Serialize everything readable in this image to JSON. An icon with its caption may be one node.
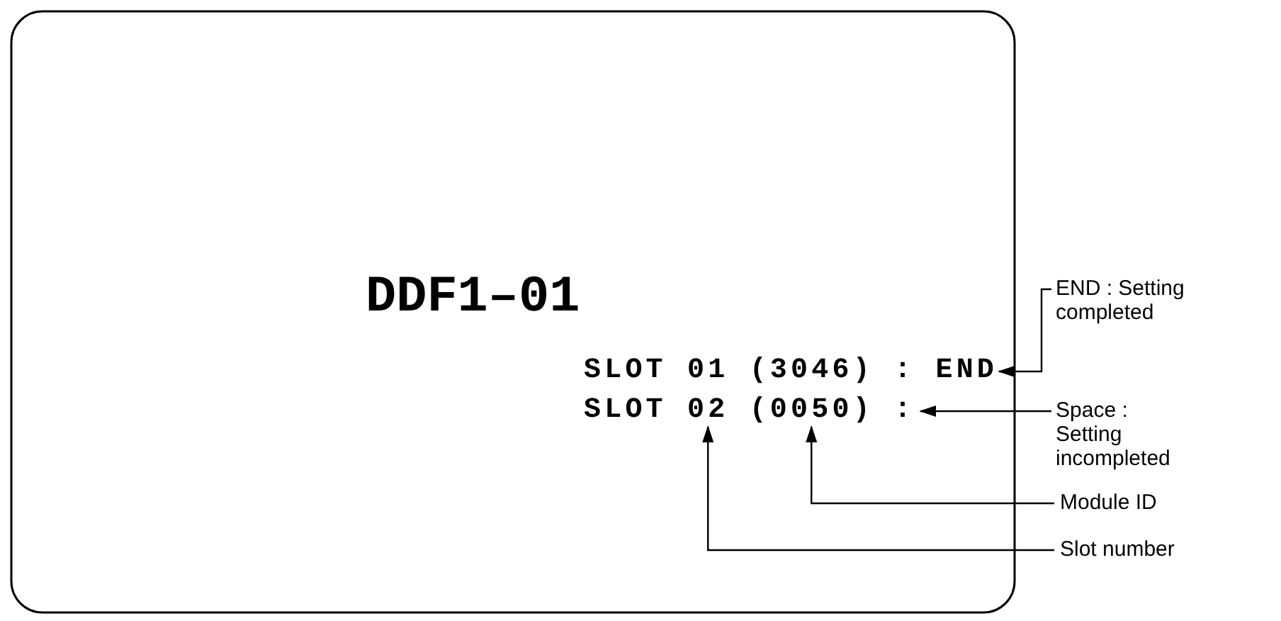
{
  "diagram": {
    "nodes": [
      {
        "text": [
          "END : Setting completed"
        ]
      },
      {
        "text": [
          "Space : Setting incompleted"
        ]
      },
      {
        "text": [
          "Module ID"
        ]
      },
      {
        "text": [
          "Slot number"
        ]
      },
      {
        "text": [
          "SLOT 01 (3046) : END"
        ]
      },
      {
        "text": [
          "SLOT 02 (0050) :"
        ]
      }
    ],
    "edges": [
      {
        "from": 0,
        "to": 4,
        "arrow": "to"
      },
      {
        "from": 1,
        "to": 5,
        "arrow": "to"
      },
      {
        "from": 2,
        "to": 5,
        "arrow": "to"
      },
      {
        "from": 3,
        "to": 5,
        "arrow": "to"
      }
    ],
    "labels": [
      "DDF1–01"
    ]
  }
}
